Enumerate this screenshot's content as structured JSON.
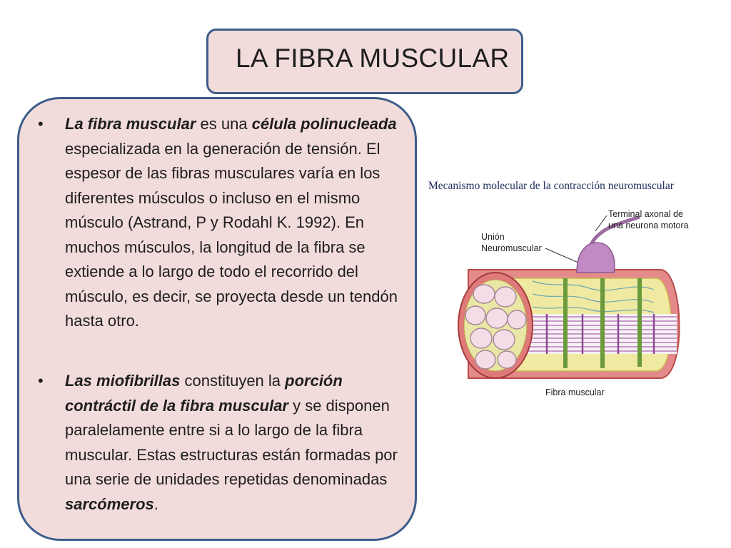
{
  "slide": {
    "title": "LA FIBRA MUSCULAR",
    "colors": {
      "box_fill": "#f2dcdb",
      "box_border": "#3d5d8a",
      "text": "#1e1e1e"
    }
  },
  "bullets": [
    {
      "parts": [
        {
          "text": "La fibra muscular",
          "emphasis": true
        },
        {
          "text": " es una ",
          "emphasis": false
        },
        {
          "text": "célula polinucleada",
          "emphasis": true
        },
        {
          "text": " especializada en la generación de tensión. El espesor de las fibras musculares varía en los diferentes músculos o incluso en el mismo músculo (Astrand, P y Rodahl K. 1992). En muchos músculos, la longitud de la fibra se extiende a lo largo de todo el recorrido del músculo, es decir, se proyecta desde un tendón hasta otro.",
          "emphasis": false
        }
      ]
    },
    {
      "parts": [
        {
          "text": "Las miofibrillas",
          "emphasis": true
        },
        {
          "text": " constituyen la ",
          "emphasis": false
        },
        {
          "text": "porción contráctil de la fibra muscular",
          "emphasis": true
        },
        {
          "text": " y se disponen paralelamente entre si a lo largo de la fibra muscular. Estas estructuras están formadas por una serie de unidades repetidas denominadas ",
          "emphasis": false
        },
        {
          "text": "sarcómeros",
          "emphasis": true
        },
        {
          "text": ".",
          "emphasis": false
        }
      ]
    }
  ],
  "diagram": {
    "title": "Mecanismo molecular de la contracción neuromuscular",
    "labels": {
      "terminal_line1": "Terminal axonal de",
      "terminal_line2": "una neurona motora",
      "union_line1": "Unión",
      "union_line2": "Neuromuscular",
      "fibra": "Fibra muscular"
    }
  }
}
